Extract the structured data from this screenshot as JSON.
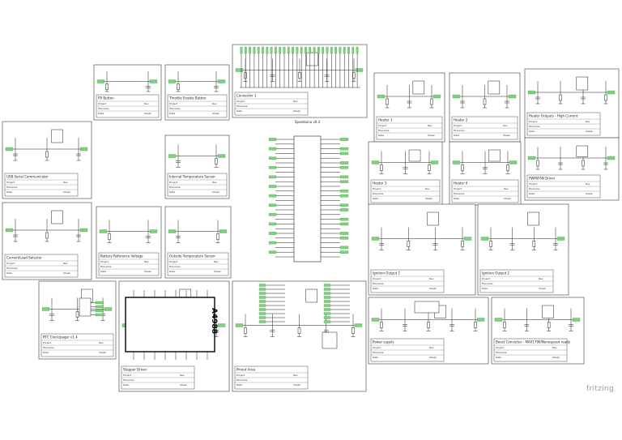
{
  "app": {
    "logo_text": "fritzing"
  },
  "blocks": [
    {
      "id": "fb-reset",
      "title": "FB Button"
    },
    {
      "id": "fb-mode",
      "title": "Throttle Enable Button"
    },
    {
      "id": "conn",
      "title": "Connector 1"
    },
    {
      "id": "heater-a",
      "title": "Heater 1"
    },
    {
      "id": "heater-b",
      "title": "Heater 2"
    },
    {
      "id": "mosfet-hs",
      "title": "Heater Outputs - High Current"
    },
    {
      "id": "usb",
      "title": "USB Serial Communicator"
    },
    {
      "id": "thermo",
      "title": "Internal Temperature Sensor"
    },
    {
      "id": "ntc",
      "title": "PWM/FAN Driver"
    },
    {
      "id": "mcu-a",
      "title": "Heater 3"
    },
    {
      "id": "mcu-b",
      "title": "Heater 4"
    },
    {
      "id": "inamp",
      "title": "Current/Load Selector"
    },
    {
      "id": "vref",
      "title": "Battery Reference Voltage"
    },
    {
      "id": "ext-temp",
      "title": "Outside Temperature Sensor"
    },
    {
      "id": "opamp-1",
      "title": "Ignition Output 1"
    },
    {
      "id": "opamp-2",
      "title": "Ignition Output 2"
    },
    {
      "id": "rtc",
      "title": "RTC Clock/pager v1.4"
    },
    {
      "id": "stepper",
      "title": "Stepper Driver"
    },
    {
      "id": "mcu-pins",
      "title": "Pinout Area"
    },
    {
      "id": "psu",
      "title": "Power supply"
    },
    {
      "id": "boost",
      "title": "Boost Converter - MAX1796/Nanospeed ready"
    }
  ],
  "main_chip": {
    "title": "Speeduino v0.4"
  },
  "stepper_chip": {
    "label": "A4988"
  },
  "titleblock": {
    "project_label": "Project",
    "filename_label": "Filename",
    "date_label": "Date",
    "sheet_label": "Sheet",
    "rev_label": "Rev"
  }
}
